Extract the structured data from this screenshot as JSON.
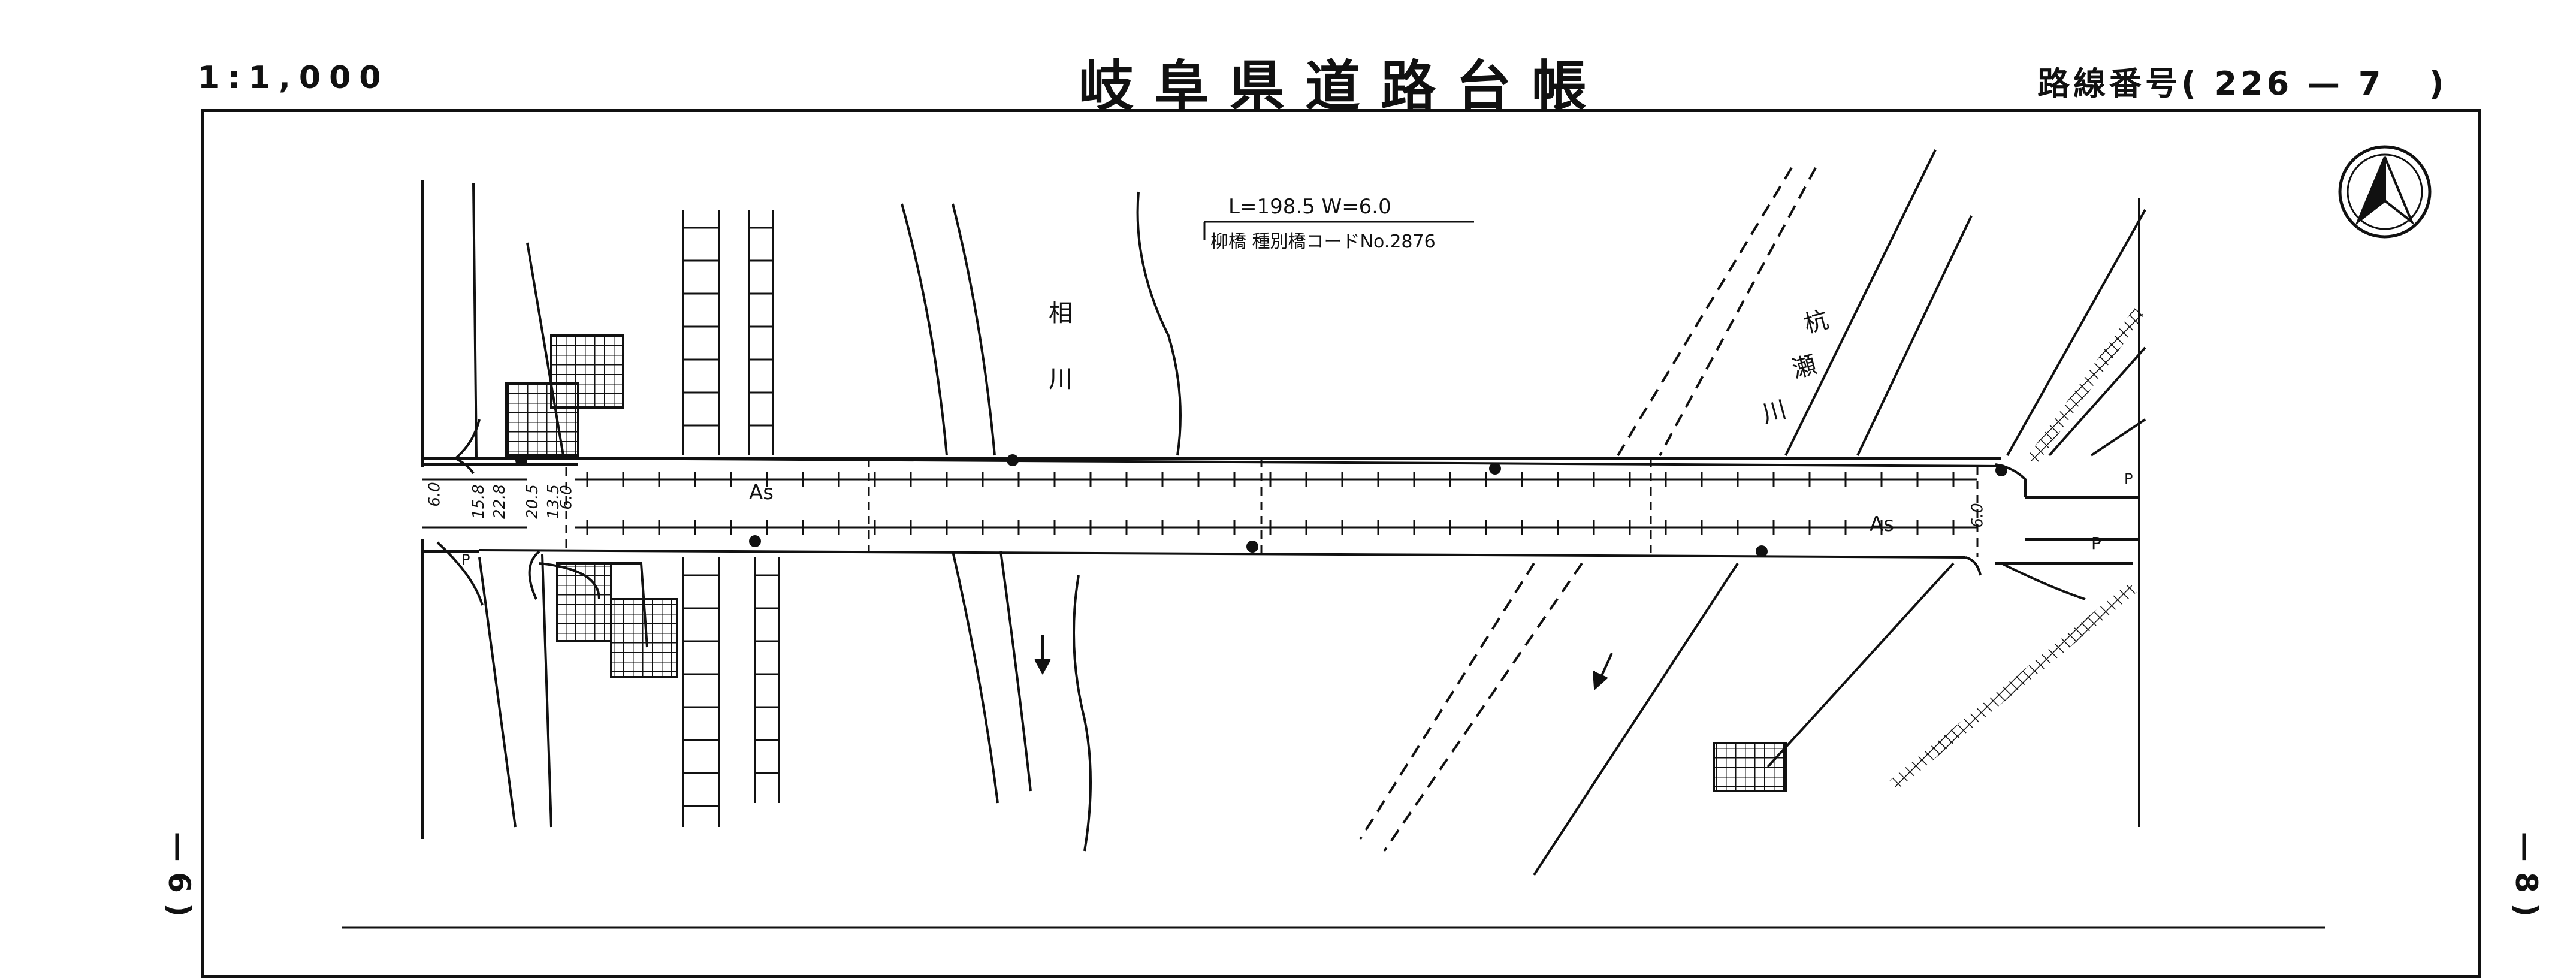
{
  "header": {
    "scale": "1:1,000",
    "title": "岐阜県道路台帳",
    "route_label": "路線番号",
    "route_open": "(",
    "route_number": "226 — 7",
    "route_close": ")"
  },
  "margins": {
    "left_page_ref": "— 6 )",
    "right_page_ref": "— 8 )"
  },
  "bridge": {
    "dimensions": "L=198.5  W=6.0",
    "name": "柳橋 種別橋コードNo.2876"
  },
  "rivers": {
    "ai": [
      "相",
      "川"
    ],
    "kuise": [
      "杭",
      "瀬",
      "川"
    ]
  },
  "road_labels": {
    "surface_left": "As",
    "surface_right": "As",
    "width_right": "6.0"
  },
  "parking_labels": {
    "p_upper": "P",
    "p_lower": "P",
    "p_curve": "P"
  },
  "dimension_labels": [
    "6.0",
    "15.8",
    "22.8",
    "20.5",
    "13.5",
    "6.0"
  ],
  "icons": {
    "north_arrow": "north-arrow-icon",
    "flow_arrow": "flow-arrow-icon"
  },
  "colors": {
    "line": "#111111",
    "paper": "#ffffff"
  }
}
